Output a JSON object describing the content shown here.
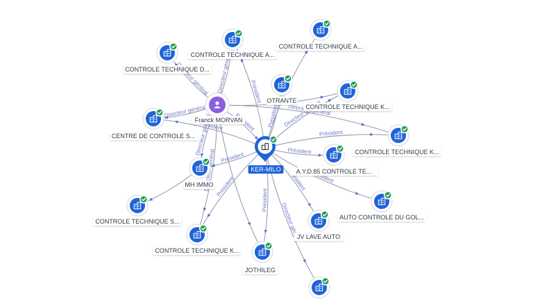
{
  "colors": {
    "company": "#1f63d8",
    "person": "#8e5ee0",
    "verified": "#1f9d55",
    "edge": "#8e96a8",
    "edge_label": "#6f79c7"
  },
  "center": {
    "id": "c",
    "label": "KER-MILO",
    "icon": "building-icon"
  },
  "person": {
    "id": "p",
    "label": "Franck MORVAN",
    "icon": "person-icon"
  },
  "companies": [
    {
      "id": "n1",
      "label": "CONTROLE TECHNIQUE D...",
      "verified": true
    },
    {
      "id": "n2",
      "label": "CONTROLE TECHNIQUE A...",
      "verified": true
    },
    {
      "id": "n3",
      "label": "CONTROLE TECHNIQUE A...",
      "verified": true
    },
    {
      "id": "n4",
      "label": "OTRANTE",
      "verified": true
    },
    {
      "id": "n5",
      "label": "CONTROLE TECHNIQUE K...",
      "verified": true
    },
    {
      "id": "n6",
      "label": "CENTRE DE CONTROLE S...",
      "verified": true
    },
    {
      "id": "n7",
      "label": "CONTROLE TECHNIQUE K...",
      "verified": true
    },
    {
      "id": "n8",
      "label": "A.Y.D.85 CONTROLE TE...",
      "verified": true
    },
    {
      "id": "n9",
      "label": "MH IMMO",
      "verified": true
    },
    {
      "id": "n10",
      "label": "CONTROLE TECHNIQUE S...",
      "verified": true
    },
    {
      "id": "n11",
      "label": "AUTO CONTROLE DU GOL...",
      "verified": true
    },
    {
      "id": "n12",
      "label": "JV LAVE AUTO",
      "verified": true
    },
    {
      "id": "n13",
      "label": "CONTROLE TECHNIQUE K...",
      "verified": true
    },
    {
      "id": "n14",
      "label": "JOTHILEG",
      "verified": true
    },
    {
      "id": "n15",
      "label": "",
      "verified": true
    }
  ],
  "edges": [
    {
      "from": "p",
      "to": "n1",
      "label": "Directeur général"
    },
    {
      "from": "p",
      "to": "n2",
      "label": "Directeur général"
    },
    {
      "from": "p",
      "to": "n6",
      "label": "Directeur général"
    },
    {
      "from": "p",
      "to": "n5",
      "label": ""
    },
    {
      "from": "p",
      "to": "n7",
      "label": "Directeur général"
    },
    {
      "from": "p",
      "to": "n9",
      "label": "Directeur général"
    },
    {
      "from": "p",
      "to": "n13",
      "label": "Directeur général"
    },
    {
      "from": "p",
      "to": "n14",
      "label": ""
    },
    {
      "from": "p",
      "to": "c",
      "label": "Président"
    },
    {
      "from": "c",
      "to": "n2",
      "label": "Président"
    },
    {
      "from": "c",
      "to": "n3",
      "label": "Président"
    },
    {
      "from": "c",
      "to": "n4",
      "label": "Président"
    },
    {
      "from": "c",
      "to": "n5",
      "label": "Directeur général"
    },
    {
      "from": "c",
      "to": "n6",
      "label": "Président"
    },
    {
      "from": "c",
      "to": "n7",
      "label": "Président"
    },
    {
      "from": "c",
      "to": "n8",
      "label": "Président"
    },
    {
      "from": "c",
      "to": "n9",
      "label": "Président"
    },
    {
      "from": "c",
      "to": "n11",
      "label": "Président"
    },
    {
      "from": "c",
      "to": "n12",
      "label": "Président"
    },
    {
      "from": "c",
      "to": "n13",
      "label": "Président"
    },
    {
      "from": "c",
      "to": "n14",
      "label": "Président"
    },
    {
      "from": "c",
      "to": "n15",
      "label": "Directeur gén"
    },
    {
      "from": "n9",
      "to": "n10",
      "label": ""
    }
  ]
}
